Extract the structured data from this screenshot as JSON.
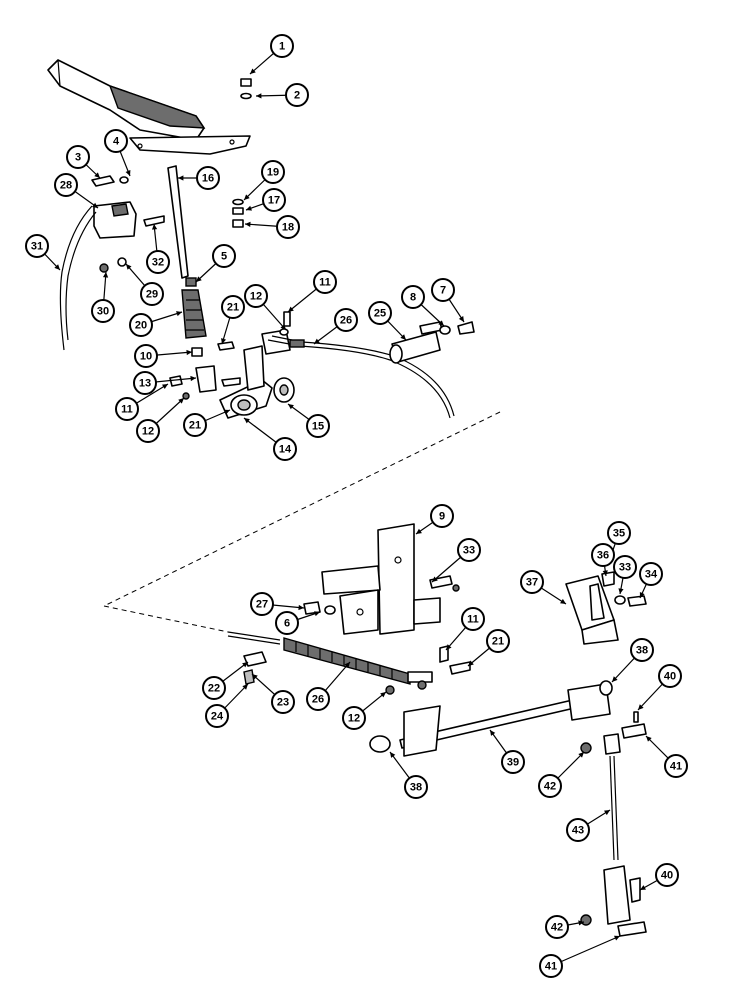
{
  "callouts": [
    {
      "n": "1"
    },
    {
      "n": "2"
    },
    {
      "n": "3"
    },
    {
      "n": "4"
    },
    {
      "n": "16"
    },
    {
      "n": "19"
    },
    {
      "n": "17"
    },
    {
      "n": "18"
    },
    {
      "n": "28"
    },
    {
      "n": "32"
    },
    {
      "n": "31"
    },
    {
      "n": "5"
    },
    {
      "n": "29"
    },
    {
      "n": "30"
    },
    {
      "n": "11"
    },
    {
      "n": "12"
    },
    {
      "n": "21"
    },
    {
      "n": "20"
    },
    {
      "n": "26"
    },
    {
      "n": "25"
    },
    {
      "n": "8"
    },
    {
      "n": "7"
    },
    {
      "n": "10"
    },
    {
      "n": "13"
    },
    {
      "n": "11"
    },
    {
      "n": "12"
    },
    {
      "n": "21"
    },
    {
      "n": "14"
    },
    {
      "n": "15"
    },
    {
      "n": "9"
    },
    {
      "n": "33"
    },
    {
      "n": "35"
    },
    {
      "n": "36"
    },
    {
      "n": "33"
    },
    {
      "n": "34"
    },
    {
      "n": "37"
    },
    {
      "n": "27"
    },
    {
      "n": "6"
    },
    {
      "n": "11"
    },
    {
      "n": "21"
    },
    {
      "n": "38"
    },
    {
      "n": "40"
    },
    {
      "n": "22"
    },
    {
      "n": "23"
    },
    {
      "n": "24"
    },
    {
      "n": "26"
    },
    {
      "n": "12"
    },
    {
      "n": "39"
    },
    {
      "n": "42"
    },
    {
      "n": "41"
    },
    {
      "n": "38"
    },
    {
      "n": "43"
    },
    {
      "n": "40"
    },
    {
      "n": "42"
    },
    {
      "n": "41"
    }
  ]
}
